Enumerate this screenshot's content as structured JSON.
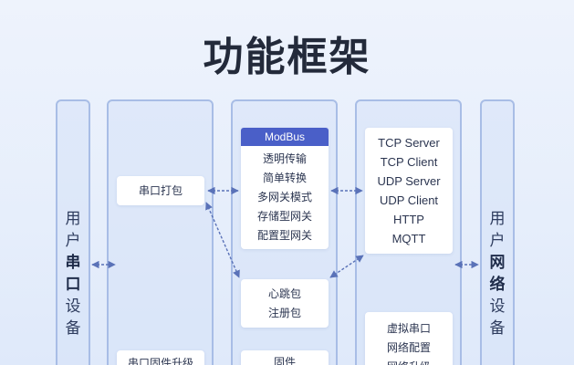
{
  "title": "功能框架",
  "left_label": {
    "chars": [
      "用",
      "户",
      "串",
      "口",
      "设",
      "备"
    ]
  },
  "right_label": {
    "chars": [
      "用",
      "户",
      "网",
      "络",
      "设",
      "备"
    ]
  },
  "left_col": {
    "card1": "串口打包",
    "card2": "串口固件升级"
  },
  "mid_col": {
    "modbus_header": "ModBus",
    "modbus_items": [
      "透明传输",
      "简单转换",
      "多网关模式",
      "存储型网关",
      "配置型网关"
    ],
    "heartbeat_items": [
      "心跳包",
      "注册包"
    ],
    "bottom_card": "固件"
  },
  "right_col": {
    "protocols": [
      "TCP Server",
      "TCP Client",
      "UDP Server",
      "UDP Client",
      "HTTP",
      "MQTT"
    ],
    "config_items": [
      "虚拟串口",
      "网络配置",
      "网络升级"
    ]
  },
  "colors": {
    "accent": "#4a5fc8",
    "column_border": "#a8bde6",
    "arrow": "#5a72b8"
  }
}
